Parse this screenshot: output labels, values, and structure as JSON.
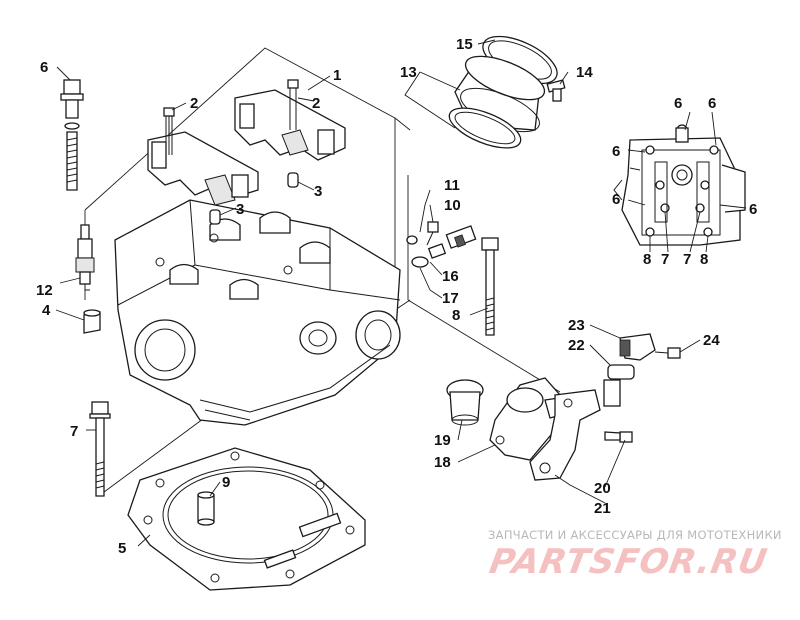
{
  "callouts": {
    "c1": "1",
    "c2a": "2",
    "c2b": "2",
    "c3a": "3",
    "c3b": "3",
    "c4": "4",
    "c5": "5",
    "c6a": "6",
    "c6b": "6",
    "c6c": "6",
    "c6d": "6",
    "c6e": "6",
    "c6f": "6",
    "c7a": "7",
    "c7b": "7",
    "c8a": "8",
    "c8b": "8",
    "c8c": "8",
    "c7c": "7",
    "c9": "9",
    "c10": "10",
    "c11": "11",
    "c12": "12",
    "c13": "13",
    "c14": "14",
    "c15": "15",
    "c16": "16",
    "c17": "17",
    "c18": "18",
    "c19": "19",
    "c20": "20",
    "c21": "21",
    "c22": "22",
    "c23": "23",
    "c24": "24"
  },
  "watermark": {
    "caption": "ЗАПЧАСТИ И АКСЕССУАРЫ ДЛЯ МОТОТЕХНИКИ",
    "logo": "PARTSFOR.RU",
    "logo_color": "#f4c0c0",
    "caption_color": "#b8b8b8"
  }
}
